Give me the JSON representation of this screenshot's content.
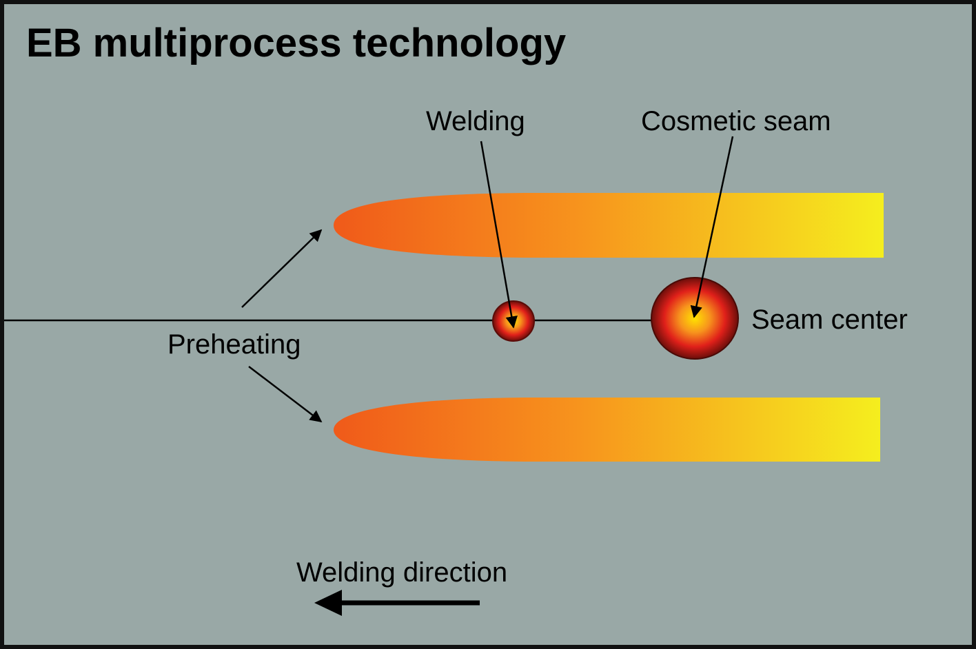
{
  "title": "EB multiprocess technology",
  "labels": {
    "welding": "Welding",
    "cosmetic_seam": "Cosmetic seam",
    "seam_center": "Seam center",
    "preheating": "Preheating",
    "welding_direction": "Welding direction"
  },
  "colors": {
    "background": "#99a8a6",
    "frame": "#111111",
    "hot_orange": "#f05a1a",
    "mid_orange": "#f7941d",
    "warm_yellow": "#f5ee1e",
    "spot_red": "#e0201a",
    "spot_dark": "#6b0e0a",
    "spot_core": "#ffe300",
    "line": "#000000"
  }
}
